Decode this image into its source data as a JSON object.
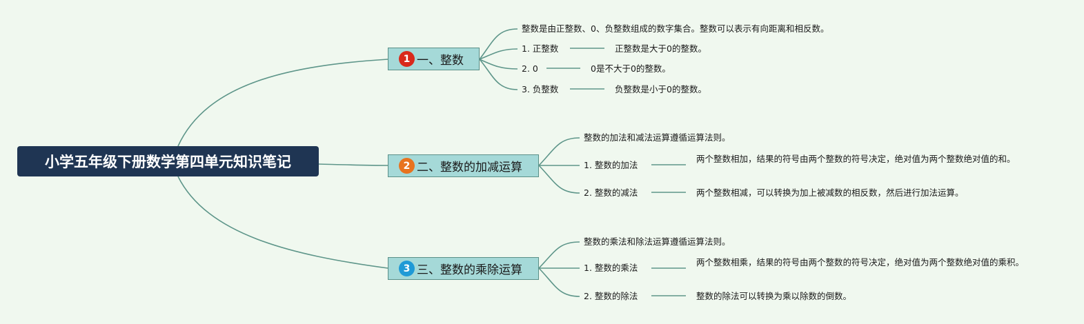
{
  "colors": {
    "background": "#f0f8ef",
    "root_fill": "#1f3553",
    "branch_fill": "#a5d9d8",
    "connector": "#5d9589",
    "badge_1": "#d9291b",
    "badge_2": "#e8731f",
    "badge_3": "#1f9ad6"
  },
  "root": {
    "title": "小学五年级下册数学第四单元知识笔记"
  },
  "branches": [
    {
      "badge": "1",
      "label": "一、整数",
      "children": [
        {
          "text": "整数是由正整数、0、负整数组成的数字集合。整数可以表示有向距离和相反数。"
        },
        {
          "text": "1. 正整数",
          "detail": "正整数是大于0的整数。"
        },
        {
          "text": "2. 0",
          "detail": "0是不大于0的整数。"
        },
        {
          "text": "3. 负整数",
          "detail": "负整数是小于0的整数。"
        }
      ]
    },
    {
      "badge": "2",
      "label": "二、整数的加减运算",
      "children": [
        {
          "text": "整数的加法和减法运算遵循运算法则。"
        },
        {
          "text": "1. 整数的加法",
          "detail": "两个整数相加，结果的符号由两个整数的符号决定，绝对值为两个整数绝对值的和。"
        },
        {
          "text": "2. 整数的减法",
          "detail": "两个整数相减，可以转换为加上被减数的相反数，然后进行加法运算。"
        }
      ]
    },
    {
      "badge": "3",
      "label": "三、整数的乘除运算",
      "children": [
        {
          "text": "整数的乘法和除法运算遵循运算法则。"
        },
        {
          "text": "1. 整数的乘法",
          "detail": "两个整数相乘，结果的符号由两个整数的符号决定，绝对值为两个整数绝对值的乘积。"
        },
        {
          "text": "2. 整数的除法",
          "detail": "整数的除法可以转换为乘以除数的倒数。"
        }
      ]
    }
  ]
}
